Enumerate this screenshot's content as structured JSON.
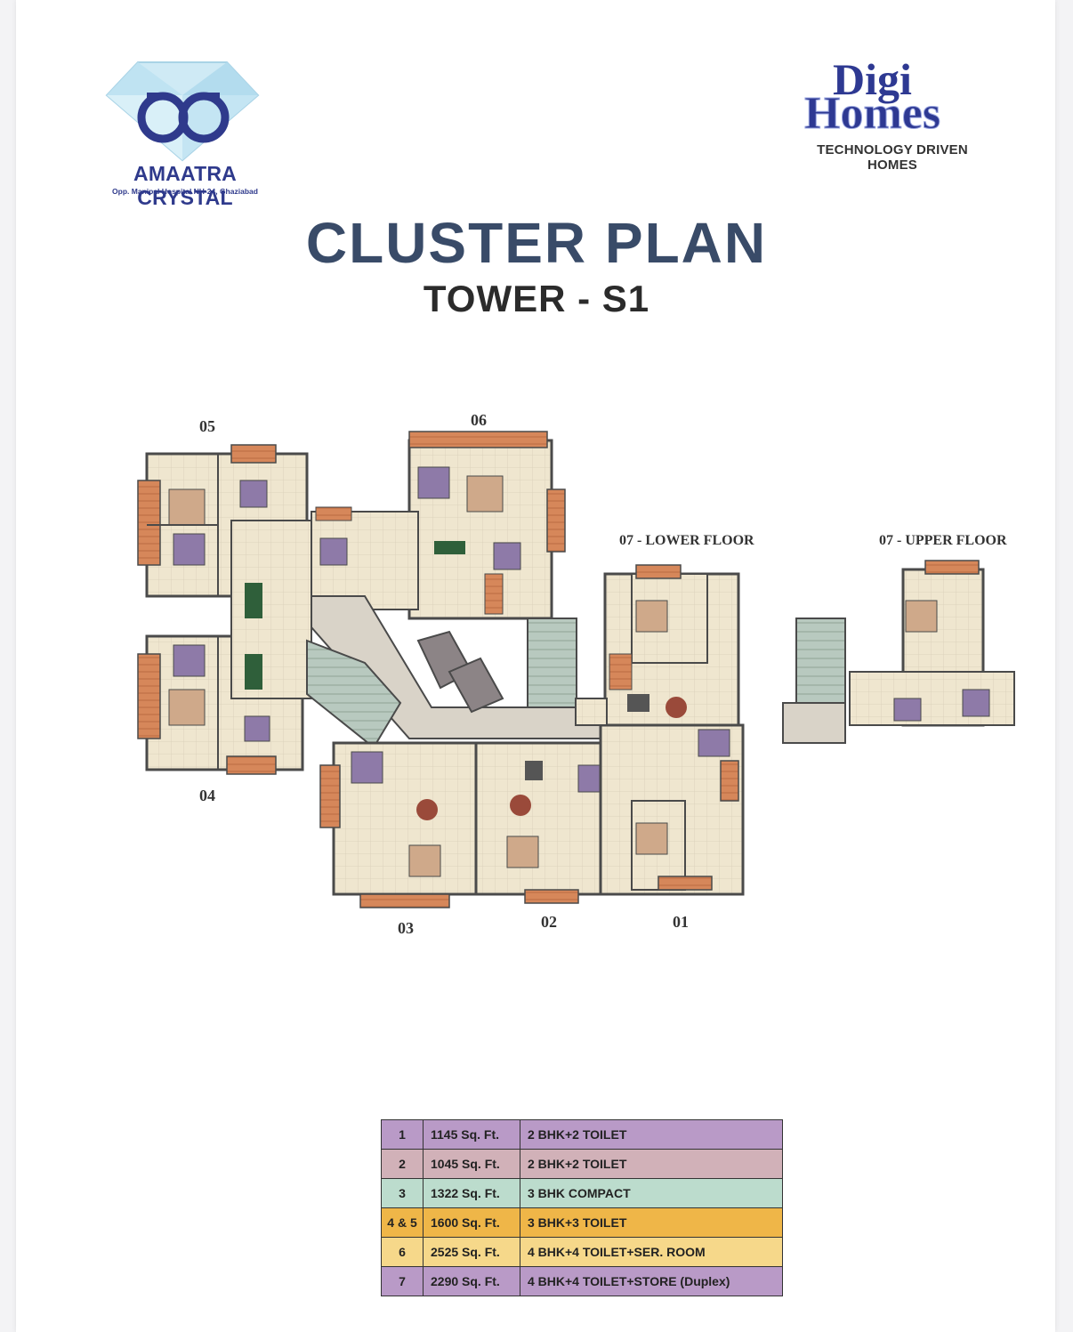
{
  "left_logo": {
    "brand": "AMAATRA CRYSTAL",
    "address": "Opp. Manipal Hospital NH-24, Ghaziabad",
    "colors": {
      "diamond": "#bfe3f2",
      "mark": "#2f3a8c"
    }
  },
  "right_logo": {
    "line1": "Digi",
    "line2": "Homes",
    "tagline": "TECHNOLOGY DRIVEN HOMES",
    "color": "#2e3992"
  },
  "title": "CLUSTER PLAN",
  "subtitle": "TOWER - S1",
  "plan": {
    "labels": {
      "u05": "05",
      "u06": "06",
      "u04": "04",
      "u03": "03",
      "u02": "02",
      "u01": "01",
      "u07_lower": "07 - LOWER FLOOR",
      "u07_upper": "07 - UPPER FLOOR"
    },
    "colors": {
      "floor": "#efe6cf",
      "balcony": "#d6875a",
      "wall": "#4a4a4a",
      "corridor": "#d9d3c8",
      "lift": "#8c8486",
      "stair": "#b8c9bf"
    }
  },
  "table": {
    "rows": [
      {
        "unit": "1",
        "area": "1145 Sq. Ft.",
        "type": "2 BHK+2 TOILET",
        "color": "#b99ac7"
      },
      {
        "unit": "2",
        "area": "1045 Sq. Ft.",
        "type": "2 BHK+2 TOILET",
        "color": "#d1b1b8"
      },
      {
        "unit": "3",
        "area": "1322 Sq. Ft.",
        "type": "3 BHK COMPACT",
        "color": "#bcdccd"
      },
      {
        "unit": "4 & 5",
        "area": "1600 Sq. Ft.",
        "type": "3 BHK+3 TOILET",
        "color": "#efb648"
      },
      {
        "unit": "6",
        "area": "2525 Sq. Ft.",
        "type": "4 BHK+4 TOILET+SER. ROOM",
        "color": "#f6d88a"
      },
      {
        "unit": "7",
        "area": "2290 Sq. Ft.",
        "type": "4 BHK+4 TOILET+STORE (Duplex)",
        "color": "#b99ac7"
      }
    ]
  }
}
